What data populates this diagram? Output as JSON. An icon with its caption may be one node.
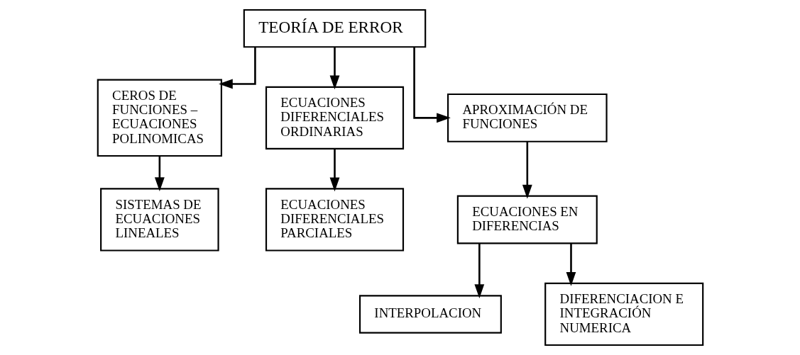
{
  "diagram": {
    "nodes": [
      {
        "text": [
          "TEORÍA DE ERROR"
        ]
      },
      {
        "text": [
          "CEROS DE FUNCIONES – ECUACIONES POLINOMICAS"
        ]
      },
      {
        "text": [
          "ECUACIONES DIFERENCIALES ORDINARIAS"
        ]
      },
      {
        "text": [
          "APROXIMACIÓN DE FUNCIONES"
        ]
      },
      {
        "text": [
          "SISTEMAS DE ECUACIONES LINEALES"
        ]
      },
      {
        "text": [
          "ECUACIONES DIFERENCIALES PARCIALES"
        ]
      },
      {
        "text": [
          "ECUACIONES EN DIFERENCIAS"
        ]
      },
      {
        "text": [
          "INTERPOLACION"
        ]
      },
      {
        "text": [
          "DIFERENCIACION E INTEGRACIÓN NUMERICA"
        ]
      }
    ],
    "edges": [
      {
        "from": 0,
        "to": 1,
        "arrow": "to"
      },
      {
        "from": 0,
        "to": 2,
        "arrow": "to"
      },
      {
        "from": 0,
        "to": 3,
        "arrow": "to"
      },
      {
        "from": 1,
        "to": 4,
        "arrow": "to"
      },
      {
        "from": 2,
        "to": 5,
        "arrow": "to"
      },
      {
        "from": 3,
        "to": 6,
        "arrow": "to"
      },
      {
        "from": 6,
        "to": 7,
        "arrow": "to"
      },
      {
        "from": 6,
        "to": 8,
        "arrow": "to"
      }
    ]
  }
}
